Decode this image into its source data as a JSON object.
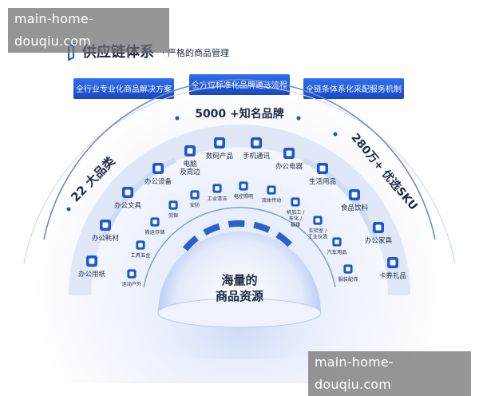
{
  "watermark": "main-home-douqiu.com",
  "header": {
    "title": "供应链体系",
    "subtitle": "· 严格的商品管理"
  },
  "top_boxes": [
    "全行业专业化商品解决方案",
    "全方位标准化品牌遴选流程",
    "全链条体系化采配服务机制"
  ],
  "arc_labels": {
    "left": "22 大品类",
    "top": "5000 +知名品牌",
    "right": "280万+ 优选SKU"
  },
  "outer_categories": [
    {
      "label": "办公用纸",
      "icon": "paper-roll-icon"
    },
    {
      "label": "办公耗材",
      "icon": "printer-icon"
    },
    {
      "label": "办公文具",
      "icon": "pen-icon"
    },
    {
      "label": "办公设备",
      "icon": "plant-device-icon"
    },
    {
      "label": "电脑\n及周边",
      "icon": "cloud-computer-icon"
    },
    {
      "label": "数码产品",
      "icon": "camera-icon"
    },
    {
      "label": "手机通讯",
      "icon": "phone-icon"
    },
    {
      "label": "办公电器",
      "icon": "monitor-icon"
    },
    {
      "label": "生活用品",
      "icon": "coffee-cup-icon"
    },
    {
      "label": "食品饮料",
      "icon": "food-bowl-icon"
    },
    {
      "label": "办公家具",
      "icon": "office-chair-icon"
    },
    {
      "label": "卡券礼品",
      "icon": "gift-icon"
    }
  ],
  "inner_categories": [
    {
      "label": "运动户外",
      "icon": "bicycle-icon"
    },
    {
      "label": "工具五金",
      "icon": "tools-icon"
    },
    {
      "label": "搬运存储",
      "icon": "truck-icon"
    },
    {
      "label": "劳保",
      "icon": "gloves-icon"
    },
    {
      "label": "安防",
      "icon": "helmet-icon"
    },
    {
      "label": "工业清洁",
      "icon": "spray-bottle-icon"
    },
    {
      "label": "电控照明",
      "icon": "bulb-icon"
    },
    {
      "label": "流体传动",
      "icon": "gears-icon"
    },
    {
      "label": "机加工 / 车化 / 基建",
      "icon": "chip-icon"
    },
    {
      "label": "实验室 / 工业仪表",
      "icon": "microscope-icon"
    },
    {
      "label": "汽车用品",
      "icon": "car-gauge-icon"
    },
    {
      "label": "服装配饰",
      "icon": "shirt-icon"
    }
  ],
  "center": {
    "line1": "海量的",
    "line2": "商品资源"
  },
  "colors": {
    "primary": "#1a56d6",
    "dark_text": "#1f2a44",
    "arc": "#5b7ec9"
  }
}
